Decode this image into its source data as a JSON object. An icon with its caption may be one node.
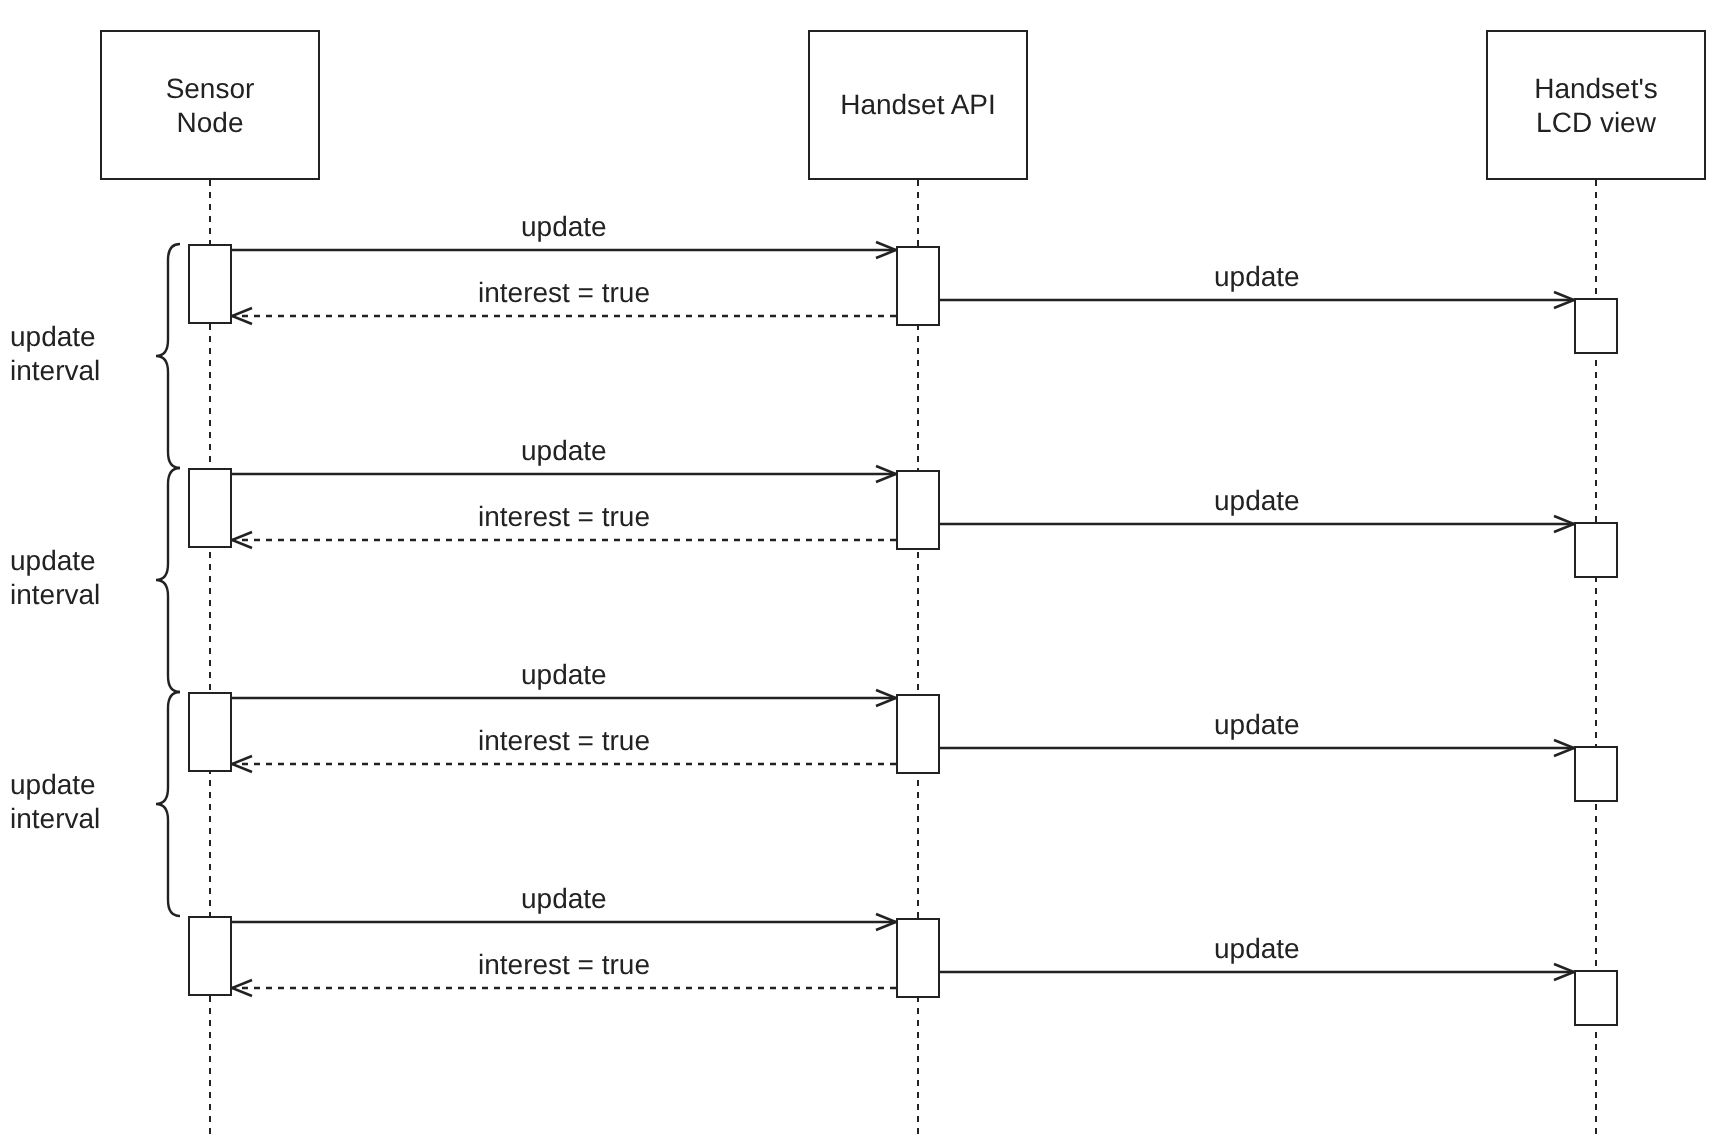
{
  "diagram": {
    "nodes": [
      {
        "text": [
          "Sensor Node"
        ]
      },
      {
        "text": [
          "Handset API"
        ]
      },
      {
        "text": [
          "Handset's LCD view"
        ]
      },
      {
        "text": [],
        "shape": "bar"
      },
      {
        "text": [],
        "shape": "bar"
      },
      {
        "text": [],
        "shape": "bar"
      },
      {
        "text": [],
        "shape": "bar"
      },
      {
        "text": [],
        "shape": "bar"
      },
      {
        "text": [],
        "shape": "bar"
      },
      {
        "text": [],
        "shape": "bar"
      },
      {
        "text": [],
        "shape": "bar"
      },
      {
        "text": [],
        "shape": "bar"
      },
      {
        "text": [],
        "shape": "bar"
      },
      {
        "text": [],
        "shape": "bar"
      },
      {
        "text": [],
        "shape": "bar"
      }
    ],
    "edges": [
      {
        "from": 3,
        "to": 4,
        "arrow": "to",
        "label": "update"
      },
      {
        "from": 4,
        "to": 3,
        "arrow": "to",
        "label": "interest = true",
        "style": "dashed"
      },
      {
        "from": 4,
        "to": 5,
        "arrow": "to",
        "label": "update"
      },
      {
        "from": 6,
        "to": 7,
        "arrow": "to",
        "label": "update"
      },
      {
        "from": 7,
        "to": 6,
        "arrow": "to",
        "label": "interest = true",
        "style": "dashed"
      },
      {
        "from": 7,
        "to": 8,
        "arrow": "to",
        "label": "update"
      },
      {
        "from": 9,
        "to": 10,
        "arrow": "to",
        "label": "update"
      },
      {
        "from": 10,
        "to": 9,
        "arrow": "to",
        "label": "interest = true",
        "style": "dashed"
      },
      {
        "from": 10,
        "to": 11,
        "arrow": "to",
        "label": "update"
      },
      {
        "from": 12,
        "to": 13,
        "arrow": "to",
        "label": "update"
      },
      {
        "from": 13,
        "to": 12,
        "arrow": "to",
        "label": "interest = true",
        "style": "dashed"
      },
      {
        "from": 13,
        "to": 14,
        "arrow": "to",
        "label": "update"
      }
    ],
    "labels": [
      "update interval",
      "update interval",
      "update interval"
    ]
  }
}
